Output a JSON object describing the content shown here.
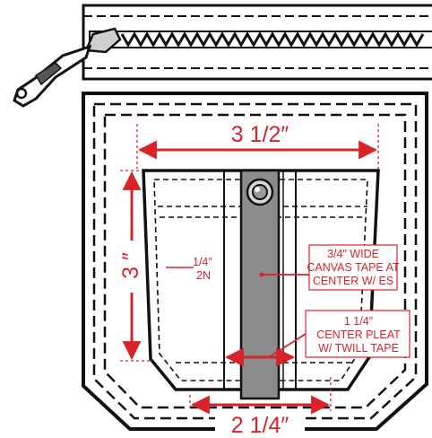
{
  "colors": {
    "ink": "#111111",
    "dimension_red": "#d8232a",
    "tape_gray": "#8c8c8c",
    "paper": "#ffffff"
  },
  "icons": {
    "zipper": "zipper-pull-icon",
    "snap": "snap-button-icon"
  },
  "dimensions": {
    "pocket_width": "3 1/2″",
    "pocket_height": "3 ″",
    "bottom_width": "2 1/4″",
    "seam_allowance_line1": "1/4″",
    "seam_allowance_line2": "2N"
  },
  "notes": {
    "canvas_tape": [
      "3/4″ WIDE",
      "CANVAS TAPE AT",
      "CENTER W/ ES"
    ],
    "center_pleat": [
      "1 1/4″",
      "CENTER PLEAT",
      "W/ TWILL TAPE"
    ]
  }
}
